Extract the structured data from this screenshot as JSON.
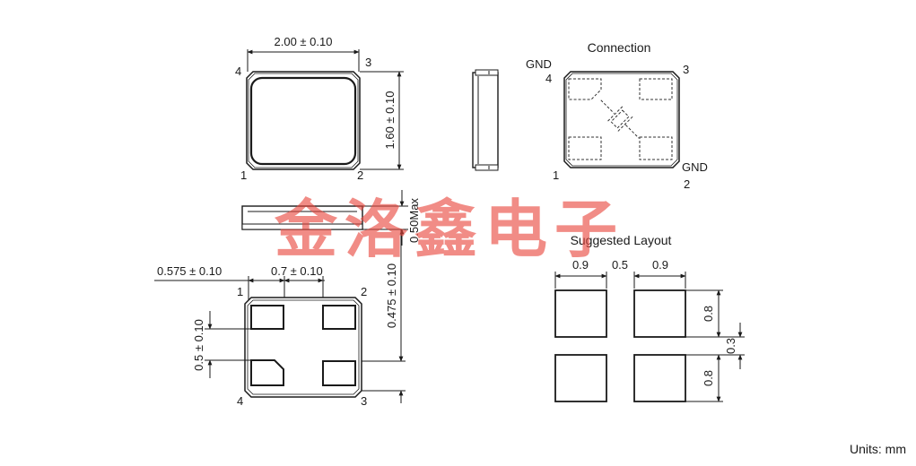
{
  "top_view": {
    "width_dim": "2.00 ± 0.10",
    "height_dim": "1.60 ± 0.10",
    "pins": [
      "1",
      "2",
      "3",
      "4"
    ]
  },
  "side_view": {
    "height_dim": "0.50Max"
  },
  "bottom_view": {
    "offset_dim": "0.575 ± 0.10",
    "pad_width_dim": "0.7 ± 0.10",
    "pad_height_dim": "0.5 ± 0.10",
    "pad_pitch_dim": "0.475 ± 0.10",
    "pins": [
      "1",
      "2",
      "3",
      "4"
    ]
  },
  "connection": {
    "title": "Connection",
    "gnd_top": "GND",
    "gnd_bottom": "GND",
    "pins": [
      "1",
      "2",
      "3",
      "4"
    ]
  },
  "layout": {
    "title": "Suggested Layout",
    "pad_w1": "0.9",
    "gap": "0.5",
    "pad_w2": "0.9",
    "pad_h1": "0.8",
    "gap_v": "0.3",
    "pad_h2": "0.8"
  },
  "watermark": "金洛鑫电子",
  "units": "Units: mm"
}
